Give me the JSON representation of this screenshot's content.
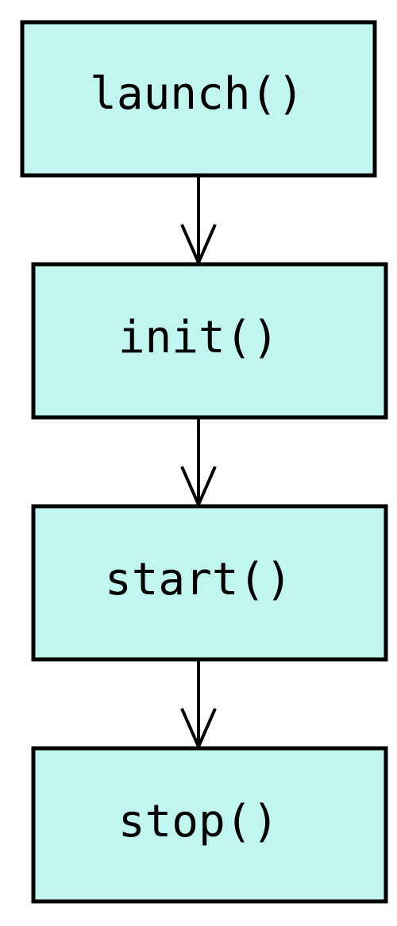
{
  "diagram": {
    "colors": {
      "node_fill": "#c0f5f0",
      "node_stroke": "#000000",
      "edge": "#000000"
    },
    "nodes": [
      {
        "id": "launch",
        "label": "launch()"
      },
      {
        "id": "init",
        "label": "init()"
      },
      {
        "id": "start",
        "label": "start()"
      },
      {
        "id": "stop",
        "label": "stop()"
      }
    ],
    "edges": [
      {
        "from": "launch",
        "to": "init"
      },
      {
        "from": "init",
        "to": "start"
      },
      {
        "from": "start",
        "to": "stop"
      }
    ]
  }
}
